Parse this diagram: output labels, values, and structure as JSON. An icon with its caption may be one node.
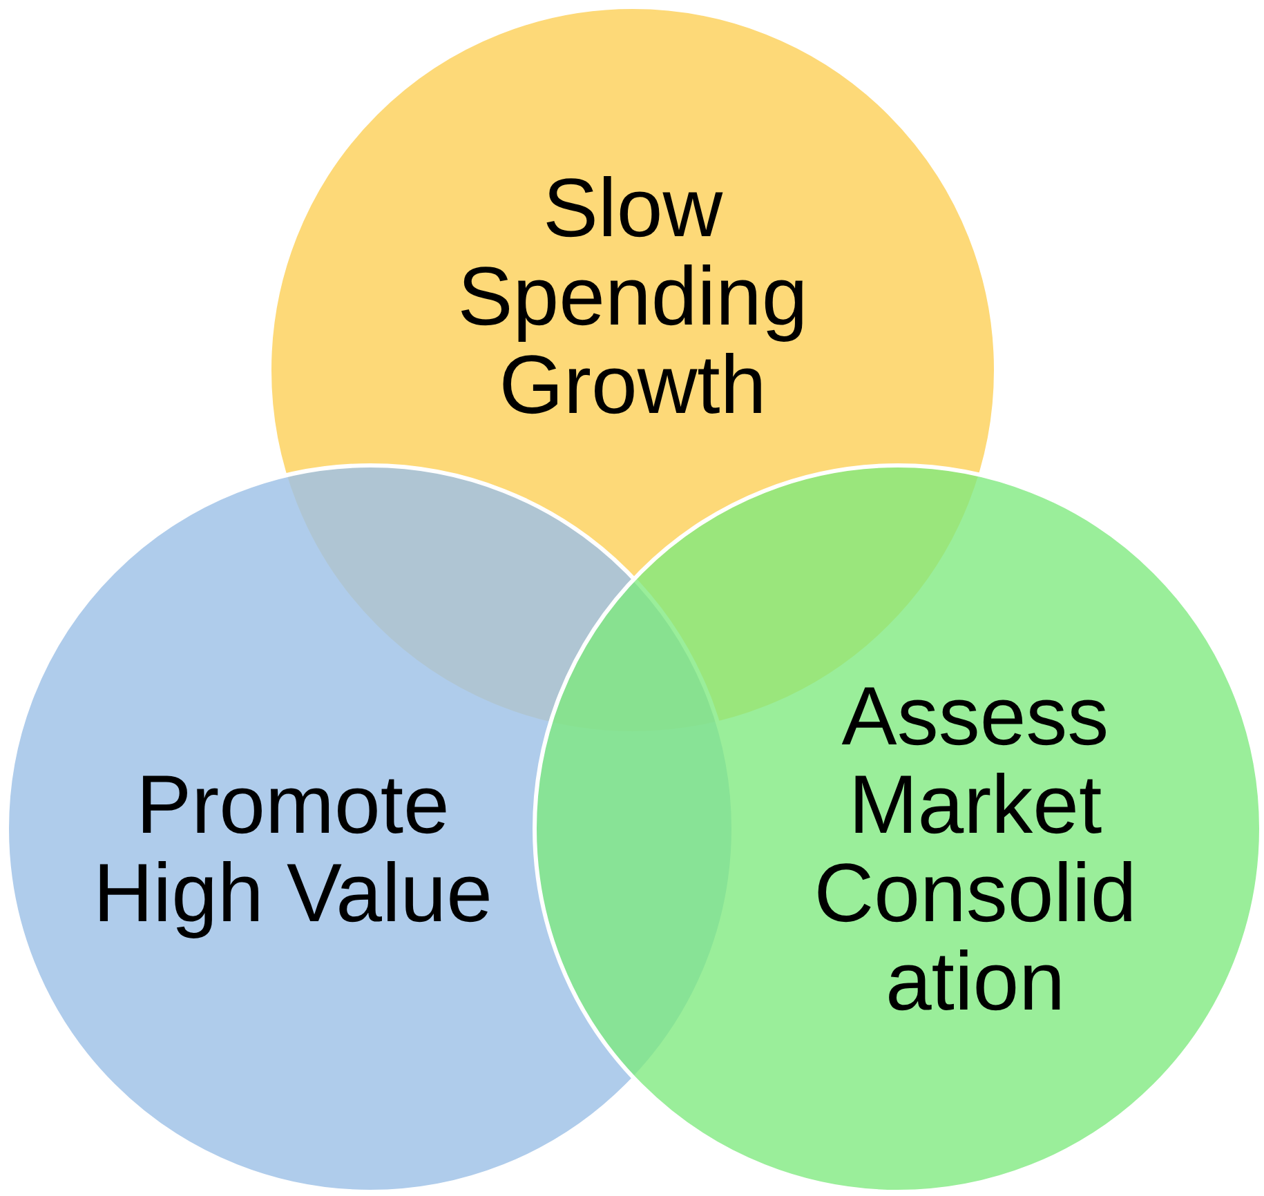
{
  "diagram": {
    "nodes": [
      {
        "text": [
          "Slow Spending Growth"
        ]
      },
      {
        "text": [
          "Promote High Value"
        ]
      },
      {
        "text": [
          "Assess Market Consolid ation"
        ]
      }
    ]
  }
}
